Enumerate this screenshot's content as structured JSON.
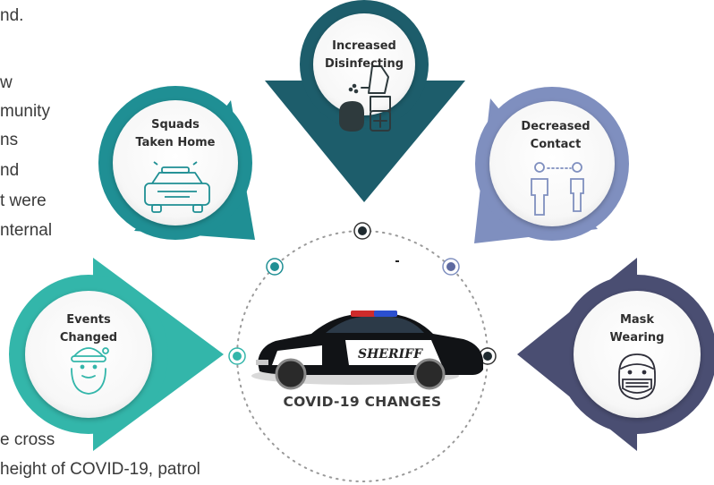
{
  "background_text": {
    "lines": [
      "nd.",
      "w",
      "munity",
      "ns",
      "nd",
      "t were",
      "nternal",
      "e cross",
      "height of COVID-19, patrol"
    ]
  },
  "diagram": {
    "center_title": "COVID-19 CHANGES",
    "car_badge": "SHERIFF",
    "nodes": [
      {
        "id": "disinfecting",
        "line1": "Increased",
        "line2": "Disinfecting",
        "color": "#1d5d6b",
        "icon": "spray-bottle-icon"
      },
      {
        "id": "squads",
        "line1": "Squads",
        "line2": "Taken Home",
        "color": "#1f8f94",
        "icon": "police-car-icon"
      },
      {
        "id": "contact",
        "line1": "Decreased",
        "line2": "Contact",
        "color": "#7f8fbf",
        "icon": "distancing-people-icon"
      },
      {
        "id": "events",
        "line1": "Events",
        "line2": "Changed",
        "color": "#33b6aa",
        "icon": "santa-icon"
      },
      {
        "id": "mask",
        "line1": "Mask",
        "line2": "Wearing",
        "color": "#4a4e72",
        "icon": "mask-face-icon"
      }
    ]
  }
}
